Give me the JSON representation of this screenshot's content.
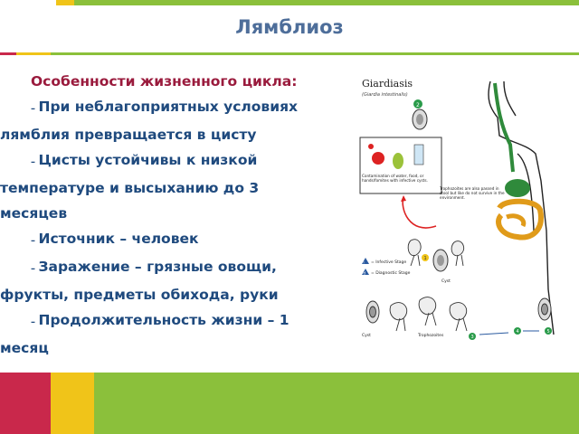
{
  "title": "Лямблиоз",
  "colors": {
    "title": "#4e6e9a",
    "heading": "#9a1b3d",
    "body": "#1f4a7e",
    "green": "#8bc03b",
    "yellow": "#f0c419",
    "red": "#c9284b"
  },
  "content": {
    "heading": "Особенности жизненного цикла:",
    "items": [
      "При неблагоприятных условиях лямблия превращается в цисту",
      "Цисты устойчивы к низкой температуре и высыханию до 3 месяцев",
      "Источник – человек",
      "Заражение – грязные овощи, фрукты, предметы обихода, руки",
      "Продолжительность жизни – 1 месяц"
    ]
  },
  "diagram": {
    "title": "Giardiasis",
    "subtitle": "(Giardia intestinalis)",
    "contamination": "Contamination of water, food, or hands/fomites with infective cysts.",
    "trophozoites_note": "Trophozoites are also passed in stool but like do not survive in the environment.",
    "legend_infective": "= Infective Stage",
    "legend_diagnostic": "= Diagnostic Stage",
    "label_cyst": "Cyst",
    "label_cyst2": "Cyst",
    "label_trophozoites": "Trophozoites",
    "steps": [
      "1",
      "2",
      "3",
      "4",
      "5"
    ]
  }
}
